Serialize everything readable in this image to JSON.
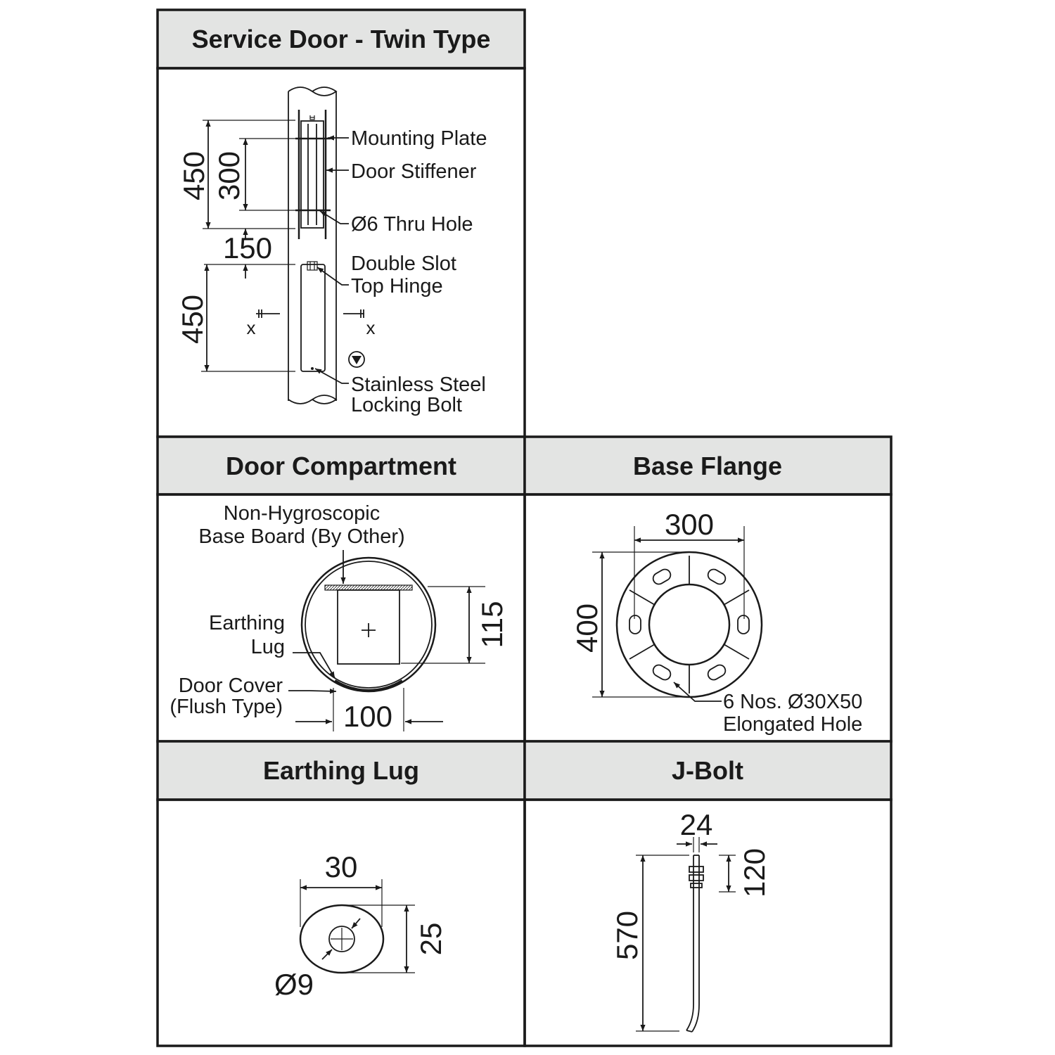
{
  "panels": {
    "service_door": {
      "title": "Service Door - Twin Type",
      "labels": {
        "mounting_plate": "Mounting Plate",
        "door_stiffener": "Door Stiffener",
        "thru_hole": "Ø6 Thru Hole",
        "hinge_line1": "Double Slot",
        "hinge_line2": "Top Hinge",
        "bolt_line1": "Stainless Steel",
        "bolt_line2": "Locking Bolt",
        "section_mark": "x"
      },
      "dims": {
        "upper_total": "450",
        "upper_inner": "300",
        "gap": "150",
        "lower": "450"
      }
    },
    "door_compartment": {
      "title": "Door Compartment",
      "labels": {
        "baseboard_line1": "Non-Hygroscopic",
        "baseboard_line2": "Base Board (By Other)",
        "lug_line1": "Earthing",
        "lug_line2": "Lug",
        "cover_line1": "Door Cover",
        "cover_line2": "(Flush Type)"
      },
      "dims": {
        "height": "115",
        "width": "100"
      }
    },
    "base_flange": {
      "title": "Base Flange",
      "labels": {
        "holes_line1": "6 Nos. Ø30X50",
        "holes_line2": "Elongated Hole"
      },
      "dims": {
        "hole_pcd": "300",
        "outer": "400"
      }
    },
    "earthing_lug": {
      "title": "Earthing Lug",
      "dims": {
        "width": "30",
        "height": "25",
        "hole": "Ø9"
      }
    },
    "j_bolt": {
      "title": "J-Bolt",
      "dims": {
        "diameter": "24",
        "thread": "120",
        "length": "570"
      }
    }
  }
}
